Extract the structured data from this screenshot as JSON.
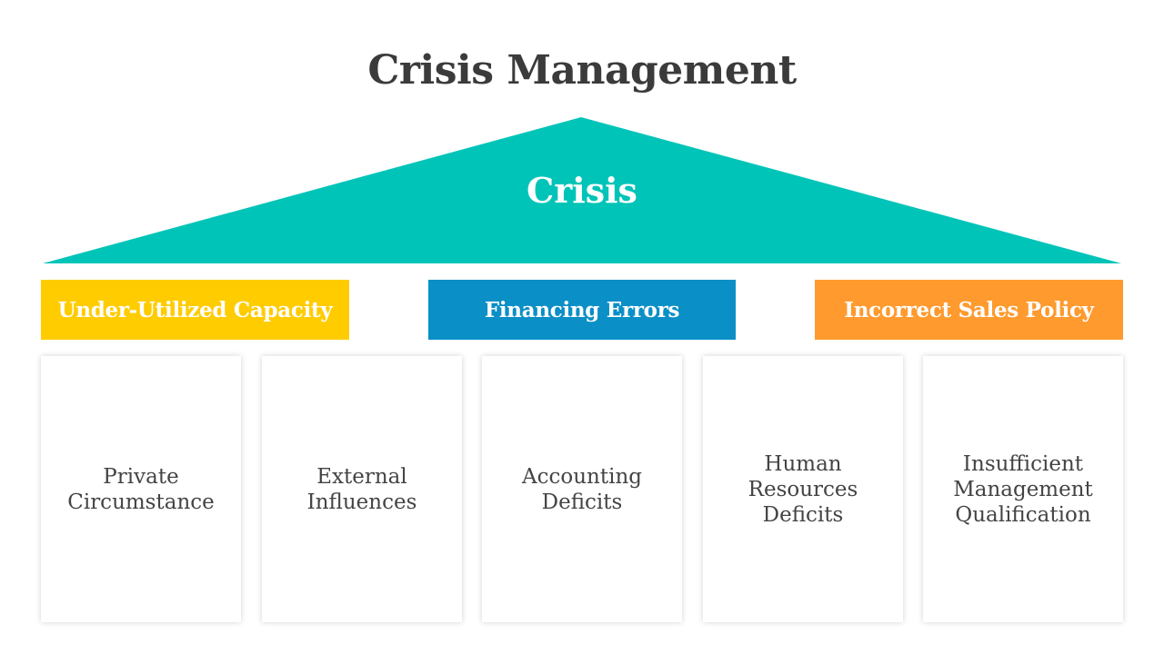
{
  "title": "Crisis Management",
  "roof": {
    "label": "Crisis",
    "color": "#00c4b8"
  },
  "categories": [
    {
      "label": "Under-Utilized Capacity",
      "color": "#ffcc00"
    },
    {
      "label": "Financing Errors",
      "color": "#0a8fc6"
    },
    {
      "label": "Incorrect Sales Policy",
      "color": "#ff9a2e"
    }
  ],
  "cards": [
    {
      "text": "Private\nCircumstance"
    },
    {
      "text": "External\nInfluences"
    },
    {
      "text": "Accounting\nDeficits"
    },
    {
      "text": "Human\nResources\nDeficits"
    },
    {
      "text": "Insufficient\nManagement\nQualification"
    }
  ]
}
